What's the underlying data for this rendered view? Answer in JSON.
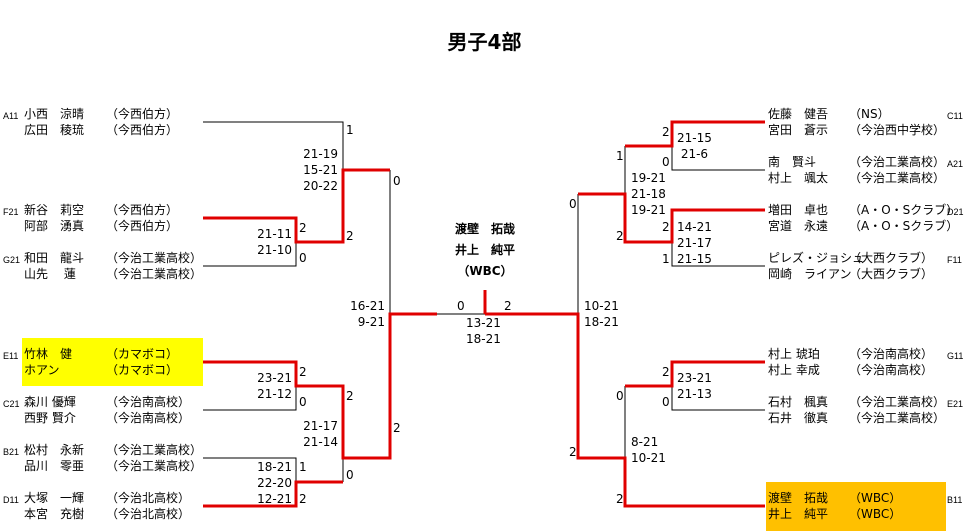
{
  "title": "男子4部",
  "colors": {
    "win_line": "#e00000",
    "line": "#000000",
    "highlight_left": "#ffff00",
    "highlight_right": "#ffc000"
  },
  "champion": {
    "player1": "渡壁　拓哉",
    "player2": "井上　純平",
    "team": "（WBC）"
  },
  "left": {
    "entries": [
      {
        "seed": "A11",
        "p1": "小西　涼晴",
        "p2": "広田　稜琉",
        "team1": "（今西伯方）",
        "team2": "（今西伯方）"
      },
      {
        "seed": "F21",
        "p1": "新谷　莉空",
        "p2": "阿部　湧真",
        "team1": "（今西伯方）",
        "team2": "（今西伯方）"
      },
      {
        "seed": "G21",
        "p1": "和田　龍斗",
        "p2": "山先　 蓮",
        "team1": "（今治工業高校）",
        "team2": "（今治工業高校）"
      },
      {
        "seed": "E11",
        "p1": "竹林　健",
        "p2": "ホアン",
        "team1": "（カマボコ）",
        "team2": "（カマボコ）",
        "highlight": true
      },
      {
        "seed": "C21",
        "p1": "森川 優輝",
        "p2": "西野 賢介",
        "team1": "（今治南高校）",
        "team2": "（今治南高校）"
      },
      {
        "seed": "B21",
        "p1": "松村　永新",
        "p2": "品川　零亜",
        "team1": "（今治工業高校）",
        "team2": "（今治工業高校）"
      },
      {
        "seed": "D11",
        "p1": "大塚　一輝",
        "p2": "本宮　充樹",
        "team1": "（今治北高校）",
        "team2": "（今治北高校）"
      }
    ],
    "matches": [
      {
        "id": "r1_fg",
        "games": "21-11\n21-10",
        "score_top": "2",
        "score_bottom": "0"
      },
      {
        "id": "qf_top",
        "games": "21-19\n15-21\n20-22",
        "score_top": "1",
        "score_bottom": "2"
      },
      {
        "id": "r1_cb",
        "games": "23-21\n21-12",
        "score_top": "2",
        "score_bottom": "0"
      },
      {
        "id": "r1_bd",
        "games": "18-21\n22-20\n12-21",
        "score_top": "1",
        "score_bottom": "2"
      },
      {
        "id": "qf_bottom",
        "games": "21-17\n21-14",
        "score_top": "2",
        "score_bottom": "0"
      },
      {
        "id": "sf",
        "games": "16-21\n9-21",
        "score_top": "0",
        "score_bottom": "2"
      }
    ]
  },
  "right": {
    "entries": [
      {
        "seed": "C11",
        "p1": "佐藤　健吾",
        "p2": "宮田　蒼示",
        "team1": "（NS）",
        "team2": "（今治西中学校）"
      },
      {
        "seed": "A21",
        "p1": "南　賢斗",
        "p2": "村上　颯太",
        "team1": "（今治工業高校）",
        "team2": "（今治工業高校）"
      },
      {
        "seed": "D21",
        "p1": "増田　卓也",
        "p2": "宮道　永遠",
        "team1": "（A・O・Sクラブ）",
        "team2": "（A・O・Sクラブ）"
      },
      {
        "seed": "F11",
        "p1": "ピレズ・ジョシュ",
        "p2": "岡崎　ライアン",
        "team1": "（大西クラブ）",
        "team2": "（大西クラブ）"
      },
      {
        "seed": "G11",
        "p1": "村上 琥珀",
        "p2": "村上 幸成",
        "team1": "（今治南高校）",
        "team2": "（今治南高校）"
      },
      {
        "seed": "E21",
        "p1": "石村　楓真",
        "p2": "石井　徹真",
        "team1": "（今治工業高校）",
        "team2": "（今治工業高校）"
      },
      {
        "seed": "B11",
        "p1": "渡壁　拓哉",
        "p2": "井上　純平",
        "team1": "（WBC）",
        "team2": "（WBC）",
        "highlight": true
      }
    ],
    "matches": [
      {
        "id": "r1_ca",
        "games": "21-15\n 21-6",
        "score_top": "2",
        "score_bottom": "0"
      },
      {
        "id": "r1_df",
        "games": "14-21\n21-17\n21-15",
        "score_top": "2",
        "score_bottom": "1"
      },
      {
        "id": "qf_top",
        "games": "19-21\n21-18\n19-21",
        "score_top": "1",
        "score_bottom": "2"
      },
      {
        "id": "r1_ge",
        "games": "23-21\n21-13",
        "score_top": "2",
        "score_bottom": "0"
      },
      {
        "id": "qf_bottom",
        "games": "8-21\n10-21",
        "score_top": "0",
        "score_bottom": "2"
      },
      {
        "id": "sf",
        "games": "10-21\n18-21",
        "score_top": "0",
        "score_bottom": "2"
      }
    ]
  },
  "final": {
    "games": "13-21\n18-21",
    "score_left": "0",
    "score_right": "2"
  }
}
